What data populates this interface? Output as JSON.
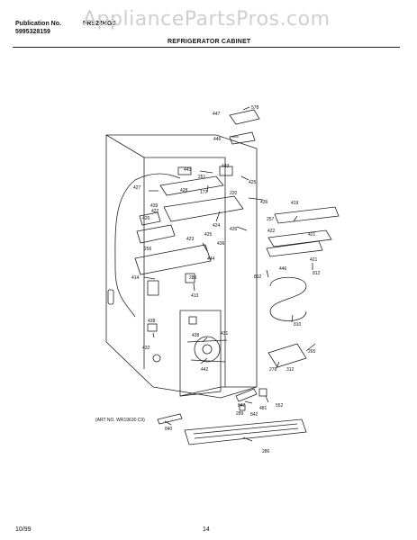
{
  "header": {
    "publication_label": "Publication No.",
    "publication_number": "5995328159",
    "model": "FRS24HGS",
    "watermark": "AppliancePartsPros.com",
    "section_title": "REFRIGERATOR CABINET"
  },
  "art_note": "(ART NO. WR19630 C9)",
  "callouts": [
    {
      "id": "c447",
      "text": "447"
    },
    {
      "id": "c578",
      "text": "578"
    },
    {
      "id": "c446",
      "text": "446"
    },
    {
      "id": "c443a",
      "text": "443"
    },
    {
      "id": "c251",
      "text": "251"
    },
    {
      "id": "c443b",
      "text": "443"
    },
    {
      "id": "c425",
      "text": "425"
    },
    {
      "id": "c427",
      "text": "427"
    },
    {
      "id": "c428",
      "text": "428"
    },
    {
      "id": "c177",
      "text": "177"
    },
    {
      "id": "c220",
      "text": "220"
    },
    {
      "id": "c439",
      "text": "439"
    },
    {
      "id": "c436",
      "text": "436"
    },
    {
      "id": "c422a",
      "text": "422"
    },
    {
      "id": "c419",
      "text": "419"
    },
    {
      "id": "c257",
      "text": "257"
    },
    {
      "id": "c426",
      "text": "426"
    },
    {
      "id": "c424",
      "text": "424"
    },
    {
      "id": "c435",
      "text": "435"
    },
    {
      "id": "c422b",
      "text": "422"
    },
    {
      "id": "c423",
      "text": "423"
    },
    {
      "id": "c421",
      "text": "421"
    },
    {
      "id": "c425b",
      "text": "425"
    },
    {
      "id": "c436b",
      "text": "436"
    },
    {
      "id": "c421b",
      "text": "421"
    },
    {
      "id": "c256",
      "text": "256"
    },
    {
      "id": "c444",
      "text": "444"
    },
    {
      "id": "c446b",
      "text": "446"
    },
    {
      "id": "c812a",
      "text": "812"
    },
    {
      "id": "c812b",
      "text": "812"
    },
    {
      "id": "c414",
      "text": "414"
    },
    {
      "id": "c289",
      "text": "289"
    },
    {
      "id": "c413",
      "text": "413"
    },
    {
      "id": "c810",
      "text": "810"
    },
    {
      "id": "c438",
      "text": "438"
    },
    {
      "id": "c438b",
      "text": "438"
    },
    {
      "id": "c431",
      "text": "431"
    },
    {
      "id": "c432",
      "text": "432"
    },
    {
      "id": "c265",
      "text": "265"
    },
    {
      "id": "c442",
      "text": "442"
    },
    {
      "id": "c278",
      "text": "278"
    },
    {
      "id": "c312",
      "text": "312"
    },
    {
      "id": "c847",
      "text": "847"
    },
    {
      "id": "c481",
      "text": "481"
    },
    {
      "id": "c552",
      "text": "552"
    },
    {
      "id": "c289b",
      "text": "289"
    },
    {
      "id": "c842",
      "text": "842"
    },
    {
      "id": "c840",
      "text": "840"
    },
    {
      "id": "c286",
      "text": "286"
    }
  ],
  "footer": {
    "date": "10/99",
    "page": "14"
  }
}
